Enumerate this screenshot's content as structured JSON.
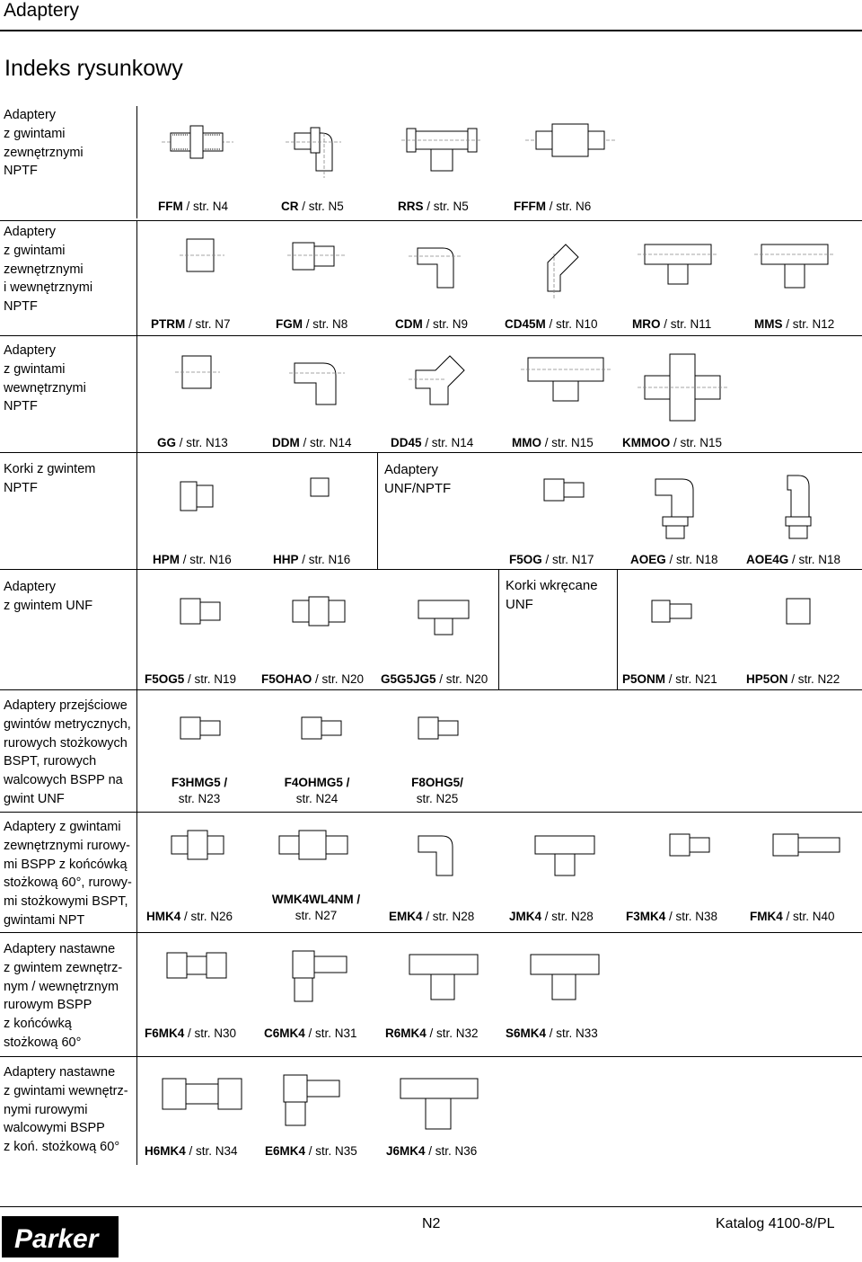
{
  "header": {
    "title": "Adaptery"
  },
  "index_title": "Indeks rysunkowy",
  "categories": [
    {
      "lines": [
        "Adaptery",
        "z gwintami",
        "zewnętrznymi",
        "NPTF"
      ]
    },
    {
      "lines": [
        "Adaptery",
        "z gwintami",
        "zewnętrznymi",
        "i wewnętrznymi",
        "NPTF"
      ]
    },
    {
      "lines": [
        "Adaptery",
        "z gwintami",
        "wewnętrznymi",
        "NPTF"
      ]
    },
    {
      "lines": [
        "Korki z gwintem",
        "NPTF"
      ]
    },
    {
      "lines": [
        "Adaptery",
        "z gwintem UNF"
      ]
    },
    {
      "lines": [
        "Adaptery przejściowe",
        "gwintów metrycznych,",
        "rurowych stożkowych",
        "BSPT, rurowych",
        "walcowych BSPP na",
        "gwint UNF"
      ]
    },
    {
      "lines": [
        "Adaptery z gwintami",
        "zewnętrznymi rurowy-",
        "mi BSPP z końcówką",
        "stożkową 60°, rurowy-",
        "mi stożkowymi BSPT,",
        "gwintami NPT"
      ]
    },
    {
      "lines": [
        "Adaptery nastawne",
        "z gwintem zewnętrz-",
        "nym / wewnętrznym",
        "rurowym BSPP",
        "z końcówką",
        "stożkową 60°"
      ]
    },
    {
      "lines": [
        "Adaptery nastawne",
        "z gwintami wewnętrz-",
        "nymi rurowymi",
        "walcowymi BSPP",
        "z koń. stożkową 60°"
      ]
    }
  ],
  "sublabels": {
    "unf_nptf": [
      "Adaptery",
      "UNF/NPTF"
    ],
    "korki_unf": [
      "Korki wkręcane",
      "UNF"
    ]
  },
  "captions": [
    {
      "code": "FFM",
      "page": " / str. N4"
    },
    {
      "code": "CR",
      "page": " / str. N5"
    },
    {
      "code": "RRS",
      "page": " / str. N5"
    },
    {
      "code": "FFFM",
      "page": " / str. N6"
    },
    {
      "code": "PTRM",
      "page": " / str. N7"
    },
    {
      "code": "FGM",
      "page": " / str. N8"
    },
    {
      "code": "CDM",
      "page": " / str. N9"
    },
    {
      "code": "CD45M",
      "page": " / str. N10"
    },
    {
      "code": "MRO",
      "page": " / str. N11"
    },
    {
      "code": "MMS",
      "page": " / str. N12"
    },
    {
      "code": "GG",
      "page": " / str. N13"
    },
    {
      "code": "DDM",
      "page": " / str. N14"
    },
    {
      "code": "DD45",
      "page": " / str. N14"
    },
    {
      "code": "MMO",
      "page": " / str. N15"
    },
    {
      "code": "KMMOO",
      "page": " / str. N15"
    },
    {
      "code": "HPM",
      "page": " / str. N16"
    },
    {
      "code": "HHP",
      "page": " / str. N16"
    },
    {
      "code": "F5OG",
      "page": " / str. N17"
    },
    {
      "code": "AOEG",
      "page": " / str. N18"
    },
    {
      "code": "AOE4G",
      "page": " / str. N18"
    },
    {
      "code": "F5OG5",
      "page": " / str. N19"
    },
    {
      "code": "F5OHAO",
      "page": " / str. N20"
    },
    {
      "code": "G5G5JG5",
      "page": " / str. N20"
    },
    {
      "code": "P5ONM",
      "page": " / str. N21"
    },
    {
      "code": "HP5ON",
      "page": " / str. N22"
    },
    {
      "code": "HMK4",
      "page": " / str. N26"
    },
    {
      "code": "EMK4",
      "page": " / str. N28"
    },
    {
      "code": "JMK4",
      "page": " / str. N28"
    },
    {
      "code": "F3MK4",
      "page": " / str. N38"
    },
    {
      "code": "FMK4",
      "page": " / str. N40"
    },
    {
      "code": "F6MK4",
      "page": " / str. N30"
    },
    {
      "code": "C6MK4",
      "page": " / str. N31"
    },
    {
      "code": "R6MK4",
      "page": " / str. N32"
    },
    {
      "code": "S6MK4",
      "page": " / str. N33"
    },
    {
      "code": "H6MK4",
      "page": " / str. N34"
    },
    {
      "code": "E6MK4",
      "page": " / str. N35"
    },
    {
      "code": "J6MK4",
      "page": " / str. N36"
    }
  ],
  "captions2": [
    {
      "code": "F3HMG5 /",
      "page": "str. N23"
    },
    {
      "code": "F4OHMG5 /",
      "page": "str. N24"
    },
    {
      "code": "F8OHG5/",
      "page": "str. N25"
    },
    {
      "code": "WMK4WL4NM /",
      "page": "str. N27"
    }
  ],
  "footer": {
    "page": "N2",
    "catalog": "Katalog 4100-8/PL",
    "logo_text": "Parker"
  }
}
